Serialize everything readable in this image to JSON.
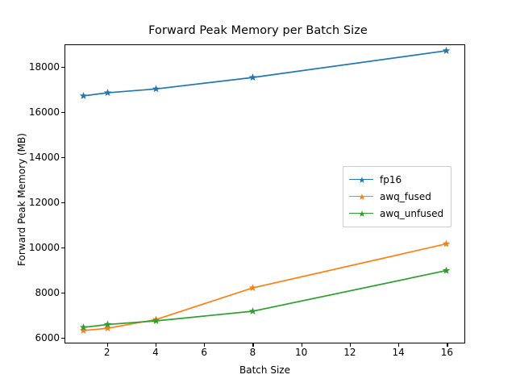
{
  "chart_data": {
    "type": "line",
    "title": "Forward Peak Memory per Batch Size",
    "xlabel": "Batch Size",
    "ylabel": "Forward Peak Memory (MB)",
    "x": [
      1,
      2,
      4,
      8,
      16
    ],
    "xlim": [
      0.25,
      16.75
    ],
    "ylim": [
      5750,
      19000
    ],
    "xticks": [
      2,
      4,
      6,
      8,
      10,
      12,
      14,
      16
    ],
    "yticks": [
      6000,
      8000,
      10000,
      12000,
      14000,
      16000,
      18000
    ],
    "xtick_labels": [
      "2",
      "4",
      "6",
      "8",
      "10",
      "12",
      "14",
      "16"
    ],
    "ytick_labels": [
      "6000",
      "8000",
      "10000",
      "12000",
      "14000",
      "16000",
      "18000"
    ],
    "grid": false,
    "legend_position": "center right",
    "marker": "star",
    "series": [
      {
        "name": "fp16",
        "color": "#1f77b4",
        "values": [
          16740,
          16880,
          17050,
          17560,
          18750
        ]
      },
      {
        "name": "awq_fused",
        "color": "#ff7f0e",
        "values": [
          6290,
          6390,
          6780,
          8190,
          10150
        ]
      },
      {
        "name": "awq_unfused",
        "color": "#2ca02c",
        "values": [
          6430,
          6560,
          6720,
          7150,
          8960
        ]
      }
    ]
  }
}
